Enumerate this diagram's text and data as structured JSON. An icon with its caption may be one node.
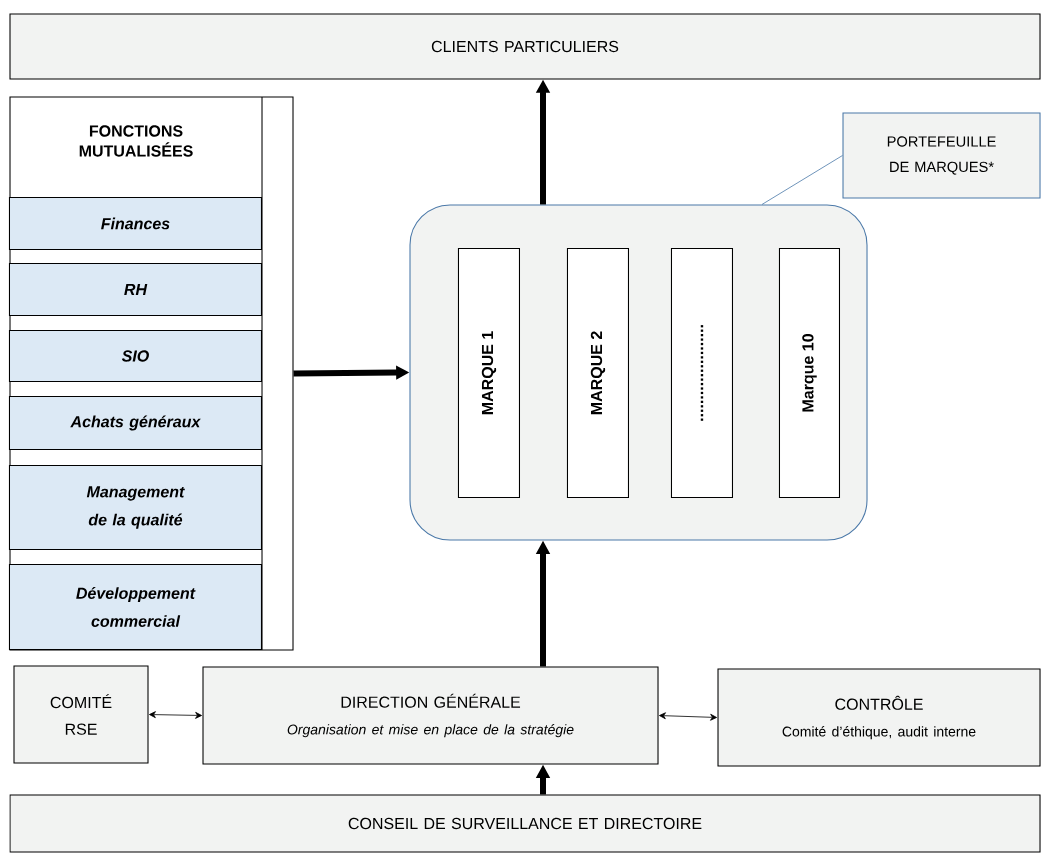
{
  "diagram": {
    "nodes": [
      {
        "text": [
          "CLIENTS PARTICULIERS"
        ]
      },
      {
        "text": [
          "FONCTIONS MUTUALISÉES"
        ]
      },
      {
        "text": [
          "Finances"
        ],
        "in": 1
      },
      {
        "text": [
          "RH"
        ],
        "in": 1
      },
      {
        "text": [
          "SIO"
        ],
        "in": 1
      },
      {
        "text": [
          "Achats généraux"
        ],
        "in": 1
      },
      {
        "text": [
          "Management de la qualité"
        ],
        "in": 1
      },
      {
        "text": [
          "Développement commercial"
        ],
        "in": 1
      },
      {
        "text": [],
        "shape": "box"
      },
      {
        "text": [
          "MARQUE 1"
        ],
        "in": 8
      },
      {
        "text": [
          "MARQUE 2"
        ],
        "in": 8
      },
      {
        "text": [
          "......................"
        ],
        "in": 8
      },
      {
        "text": [
          "Marque 10"
        ],
        "in": 8
      },
      {
        "text": [
          "PORTEFEUILLE DE MARQUES*"
        ]
      },
      {
        "text": [
          "COMITÉ RSE"
        ]
      },
      {
        "text": [
          "DIRECTION GÉNÉRALE",
          "Organisation et mise en place de la stratégie"
        ]
      },
      {
        "text": [
          "CONTRÔLE",
          "Comité d’éthique, audit interne"
        ]
      },
      {
        "text": [
          "CONSEIL DE SURVEILLANCE ET DIRECTOIRE"
        ]
      }
    ],
    "edges": [
      {
        "from": 8,
        "to": 0,
        "arrow": "to"
      },
      {
        "from": 1,
        "to": 8,
        "arrow": "to"
      },
      {
        "from": 15,
        "to": 8,
        "arrow": "to"
      },
      {
        "from": 14,
        "to": 15,
        "arrow": "both"
      },
      {
        "from": 15,
        "to": 16,
        "arrow": "both"
      },
      {
        "from": 17,
        "to": 15,
        "arrow": "to"
      },
      {
        "from": 13,
        "to": 8,
        "arrow": "none",
        "color": "#4a78a8"
      }
    ]
  }
}
